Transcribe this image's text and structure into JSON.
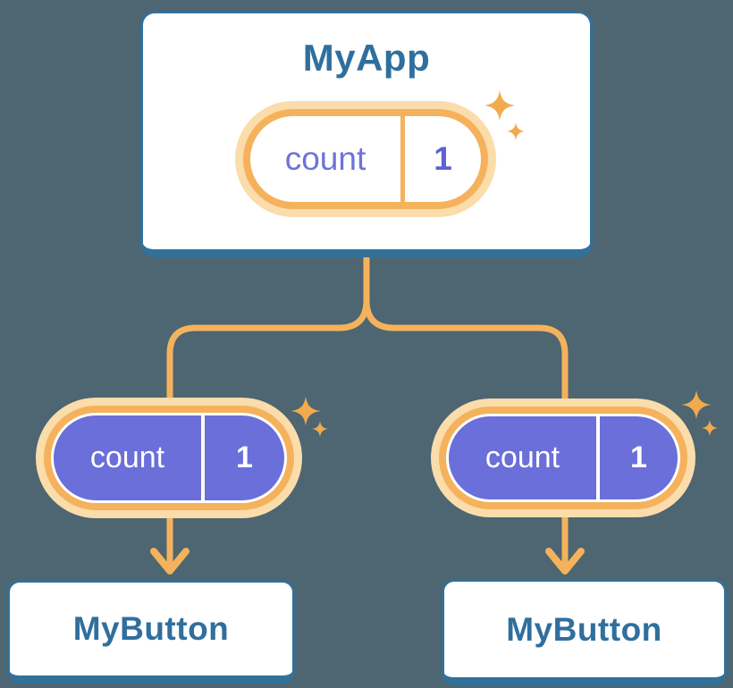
{
  "colors": {
    "background": "#4d6671",
    "card_border_blue": "#33709a",
    "card_text_blue": "#306f9d",
    "card_background": "#ffffff",
    "connector_orange": "#f5b25c",
    "pill_ring_orange": "#f5b25c",
    "pill_glow_orange": "#fbdcab",
    "sparkle_orange": "#f3aa4e",
    "props_pill_purple": "#6a6fd9",
    "state_label_purple": "#6d73d8",
    "state_value_purple": "#5c62d2",
    "pill_divider_white": "#ffffff"
  },
  "root": {
    "title": "MyApp",
    "state_pill": {
      "label": "count",
      "value": "1"
    }
  },
  "children": [
    {
      "title": "MyButton",
      "props_pill": {
        "label": "count",
        "value": "1"
      }
    },
    {
      "title": "MyButton",
      "props_pill": {
        "label": "count",
        "value": "1"
      }
    }
  ],
  "icons": {
    "sparkle": "four-point-star",
    "arrow": "down-arrow"
  }
}
